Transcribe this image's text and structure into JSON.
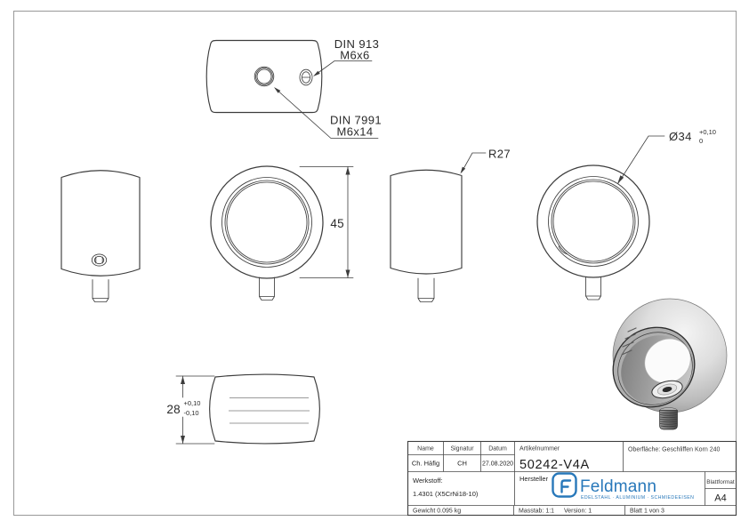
{
  "colors": {
    "line": "#3d3d3d",
    "logo_blue": "#2878ba",
    "hidden_line": "#9b9b9b",
    "frame": "#999999"
  },
  "annotations": {
    "din913": {
      "line1": "DIN 913",
      "line2": "M6x6"
    },
    "din7991": {
      "line1": "DIN 7991",
      "line2": "M6x14"
    },
    "radius": "R27",
    "diameter": {
      "value": "Ø34",
      "tol_upper": "+0,10",
      "tol_lower": "0"
    },
    "height": "45",
    "width": {
      "value": "28",
      "tol_upper": "+0,10",
      "tol_lower": "-0,10"
    }
  },
  "title_block": {
    "headers": {
      "name": "Name",
      "signature": "Signatur",
      "date": "Datum",
      "article": "Artikelnummer"
    },
    "values": {
      "name": "Ch. Häfig",
      "signature": "CH",
      "date": "27.08.2020",
      "article": "50242-V4A"
    },
    "surface": "Oberfläche: Geschliffen Korn 240",
    "material_label": "Werkstoff:",
    "material_value": "1.4301 (X5CrNi18-10)",
    "manufacturer_label": "Hersteller",
    "weight": "Gewicht 0.095 kg",
    "scale": "Masstab: 1:1",
    "version": "Version: 1",
    "sheet": "Blatt 1 von 3",
    "format_label": "Blattformat",
    "format_value": "A4",
    "logo": {
      "brand": "Feldmann",
      "tagline": "EDELSTAHL · ALUMINIUM · SCHMIEDEEISEN"
    }
  }
}
